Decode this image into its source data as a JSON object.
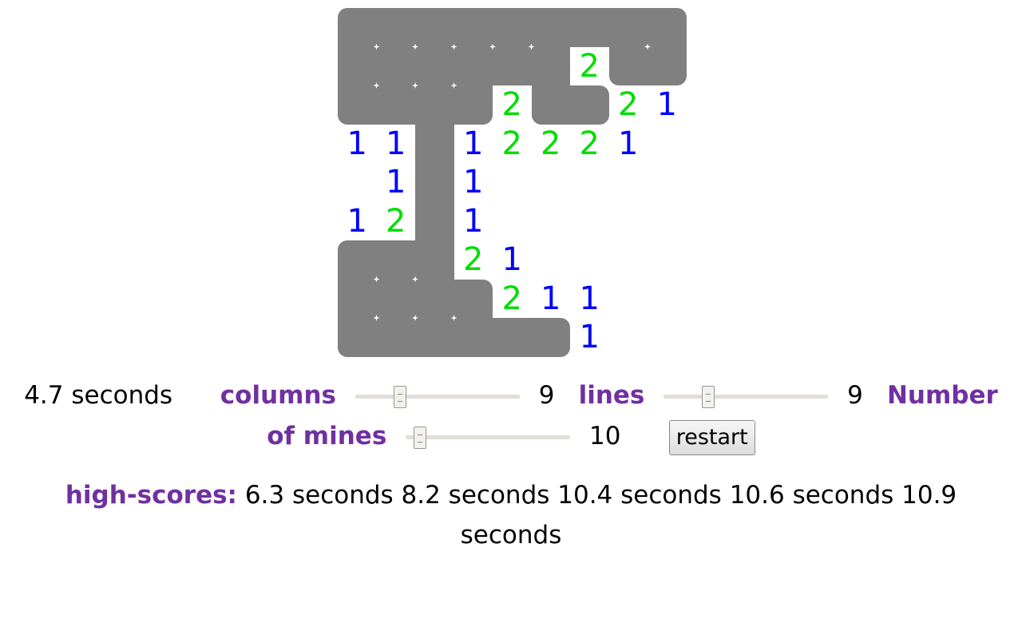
{
  "board": {
    "rows": [
      [
        "#",
        "#",
        "#",
        "#",
        "#",
        "#",
        "#",
        "#",
        "#"
      ],
      [
        "#",
        "#",
        "#",
        "#",
        "#",
        "#",
        "2",
        "#",
        "#"
      ],
      [
        "#",
        "#",
        "#",
        "#",
        "2",
        "#",
        "#",
        "2",
        "1"
      ],
      [
        "1",
        "1",
        "#",
        "1",
        "2",
        "2",
        "2",
        "1",
        ""
      ],
      [
        "",
        "1",
        "#",
        "1",
        "",
        "",
        "",
        "",
        ""
      ],
      [
        "1",
        "2",
        "#",
        "1",
        "",
        "",
        "",
        "",
        ""
      ],
      [
        "#",
        "#",
        "#",
        "2",
        "1",
        "",
        "",
        "",
        ""
      ],
      [
        "#",
        "#",
        "#",
        "#",
        "2",
        "1",
        "1",
        "",
        ""
      ],
      [
        "#",
        "#",
        "#",
        "#",
        "#",
        "#",
        "1",
        "",
        ""
      ]
    ],
    "colors": {
      "1": "#0000ff",
      "2": "#00dd00",
      "covered": "#808080"
    }
  },
  "timer": "4.7 seconds",
  "settings": {
    "columns": {
      "label": "columns",
      "value": "9",
      "fraction": 0.25
    },
    "lines": {
      "label": "lines",
      "value": "9",
      "fraction": 0.25
    },
    "mines": {
      "label": "Number of mines",
      "label_part1": "Number",
      "label_part2": "of mines",
      "value": "10",
      "fraction": 0.05
    }
  },
  "restart_label": "restart",
  "high_scores": {
    "label": "high-scores:",
    "values": "6.3 seconds 8.2 seconds 10.4 seconds 10.6 seconds 10.9 seconds"
  },
  "accent_color": "#7030a0"
}
